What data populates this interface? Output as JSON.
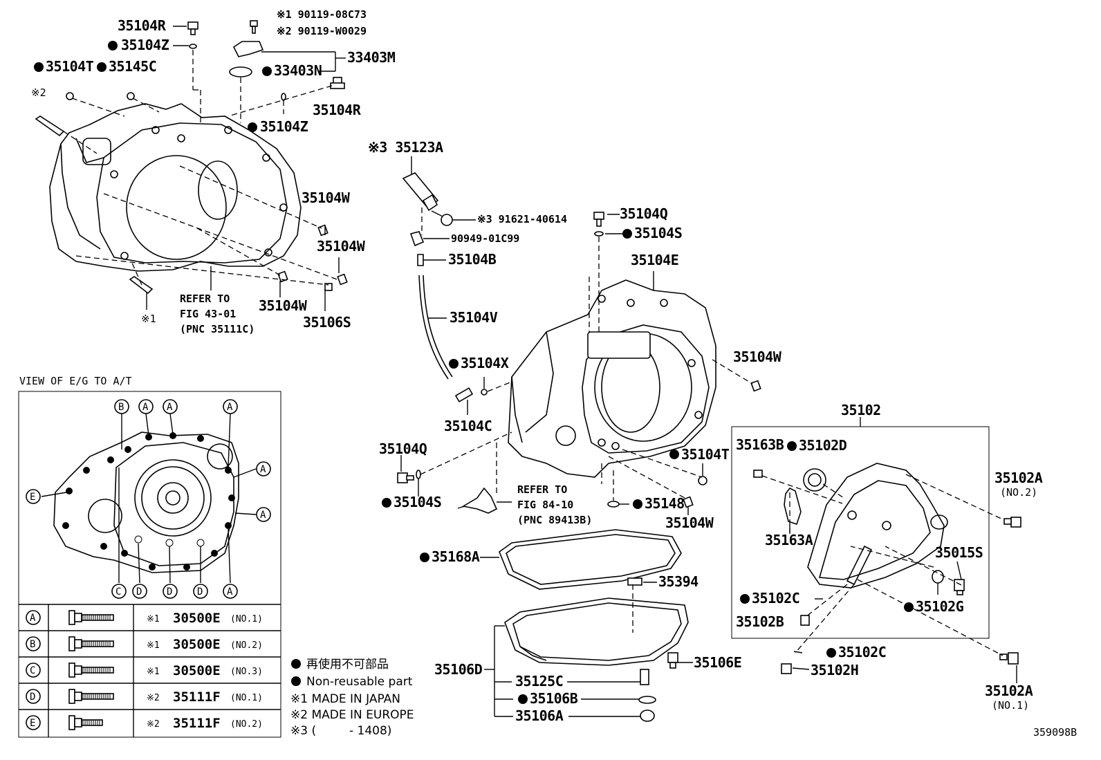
{
  "labels": {
    "p35104R_top": "35104R",
    "p35104Z_top": "35104Z",
    "p35104T_top": "35104T",
    "p35145C": "35145C",
    "mark_k2_left": "※2",
    "k1_pn": "※1 90119-08C73",
    "k2_pn": "※2 90119-W0029",
    "p33403M": "33403M",
    "p33403N": "33403N",
    "p35104R_mid": "35104R",
    "p35104Z_mid": "35104Z",
    "p35104W_a": "35104W",
    "p35104W_b": "35104W",
    "p35104W_c": "35104W",
    "p35106S": "35106S",
    "mark_k1_left": "※1",
    "refer1_l1": "REFER TO",
    "refer1_l2": "FIG 43-01",
    "refer1_l3": "(PNC 35111C)",
    "p35123A": "※3 35123A",
    "p91621": "※3 91621-40614",
    "p90949": "90949-01C99",
    "p35104B": "35104B",
    "p35104V": "35104V",
    "p35104X": "35104X",
    "p35104C": "35104C",
    "p35104Q_top": "35104Q",
    "p35104S_top": "35104S",
    "p35104E": "35104E",
    "p35104W_d": "35104W",
    "p35104Q_low": "35104Q",
    "p35104S_low": "35104S",
    "refer2_l1": "REFER TO",
    "refer2_l2": "FIG 84-10",
    "refer2_l3": "(PNC 89413B)",
    "p35104T_low": "35104T",
    "p35148": "35148",
    "p35104W_e": "35104W",
    "p35168A": "35168A",
    "p35394": "35394",
    "p35106D": "35106D",
    "p35125C": "35125C",
    "p35106B": "35106B",
    "p35106A": "35106A",
    "p35106E": "35106E",
    "p35102": "35102",
    "p35163B": "35163B",
    "p35102D": "35102D",
    "p35163A": "35163A",
    "p35102A_top": "35102A",
    "p35102A_top_no": "(NO.2)",
    "p35015S": "35015S",
    "p35102C_mid": "35102C",
    "p35102G": "35102G",
    "p35102B": "35102B",
    "p35102C_low": "35102C",
    "p35102H": "35102H",
    "p35102A_low": "35102A",
    "p35102A_low_no": "(NO.1)",
    "view_title": "VIEW OF E/G TO A/T",
    "figure_code": "359098B"
  },
  "callouts": [
    "B",
    "A",
    "A",
    "A",
    "A",
    "A",
    "E",
    "C",
    "D",
    "D",
    "D",
    "A"
  ],
  "bolt_table": [
    {
      "key": "A",
      "mark": "※1",
      "part": "30500E",
      "no": "(NO.1)"
    },
    {
      "key": "B",
      "mark": "※1",
      "part": "30500E",
      "no": "(NO.2)"
    },
    {
      "key": "C",
      "mark": "※1",
      "part": "30500E",
      "no": "(NO.3)"
    },
    {
      "key": "D",
      "mark": "※2",
      "part": "35111F",
      "no": "(NO.1)"
    },
    {
      "key": "E",
      "mark": "※2",
      "part": "35111F",
      "no": "(NO.2)"
    }
  ],
  "legend": {
    "jp": "再使用不可部品",
    "en": "Non-reusable part",
    "k1": "※1 MADE IN JAPAN",
    "k2": "※2 MADE IN EUROPE",
    "k3_mark": "※3 (",
    "k3_range": "- 1408)"
  }
}
